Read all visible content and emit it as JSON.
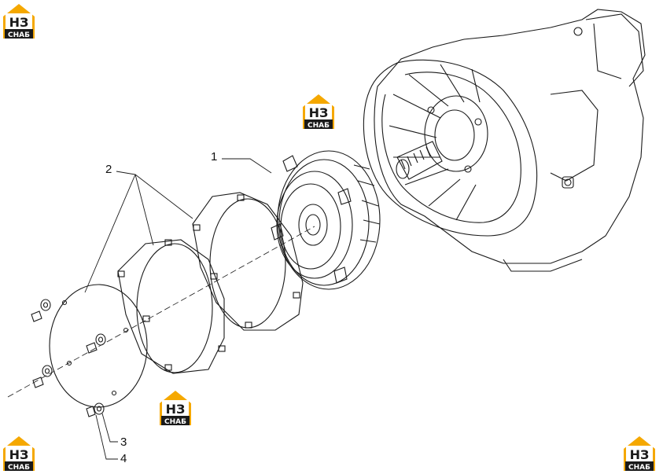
{
  "logo": {
    "letters": "НЗ",
    "word": "СНАБ",
    "color_orange": "#f5a800",
    "color_black": "#1a1a1a"
  },
  "callouts": [
    {
      "id": "1",
      "label": "1"
    },
    {
      "id": "2",
      "label": "2"
    },
    {
      "id": "3",
      "label": "3"
    },
    {
      "id": "4",
      "label": "4"
    }
  ],
  "colors": {
    "line": "#1a1a1a",
    "background": "#ffffff"
  }
}
